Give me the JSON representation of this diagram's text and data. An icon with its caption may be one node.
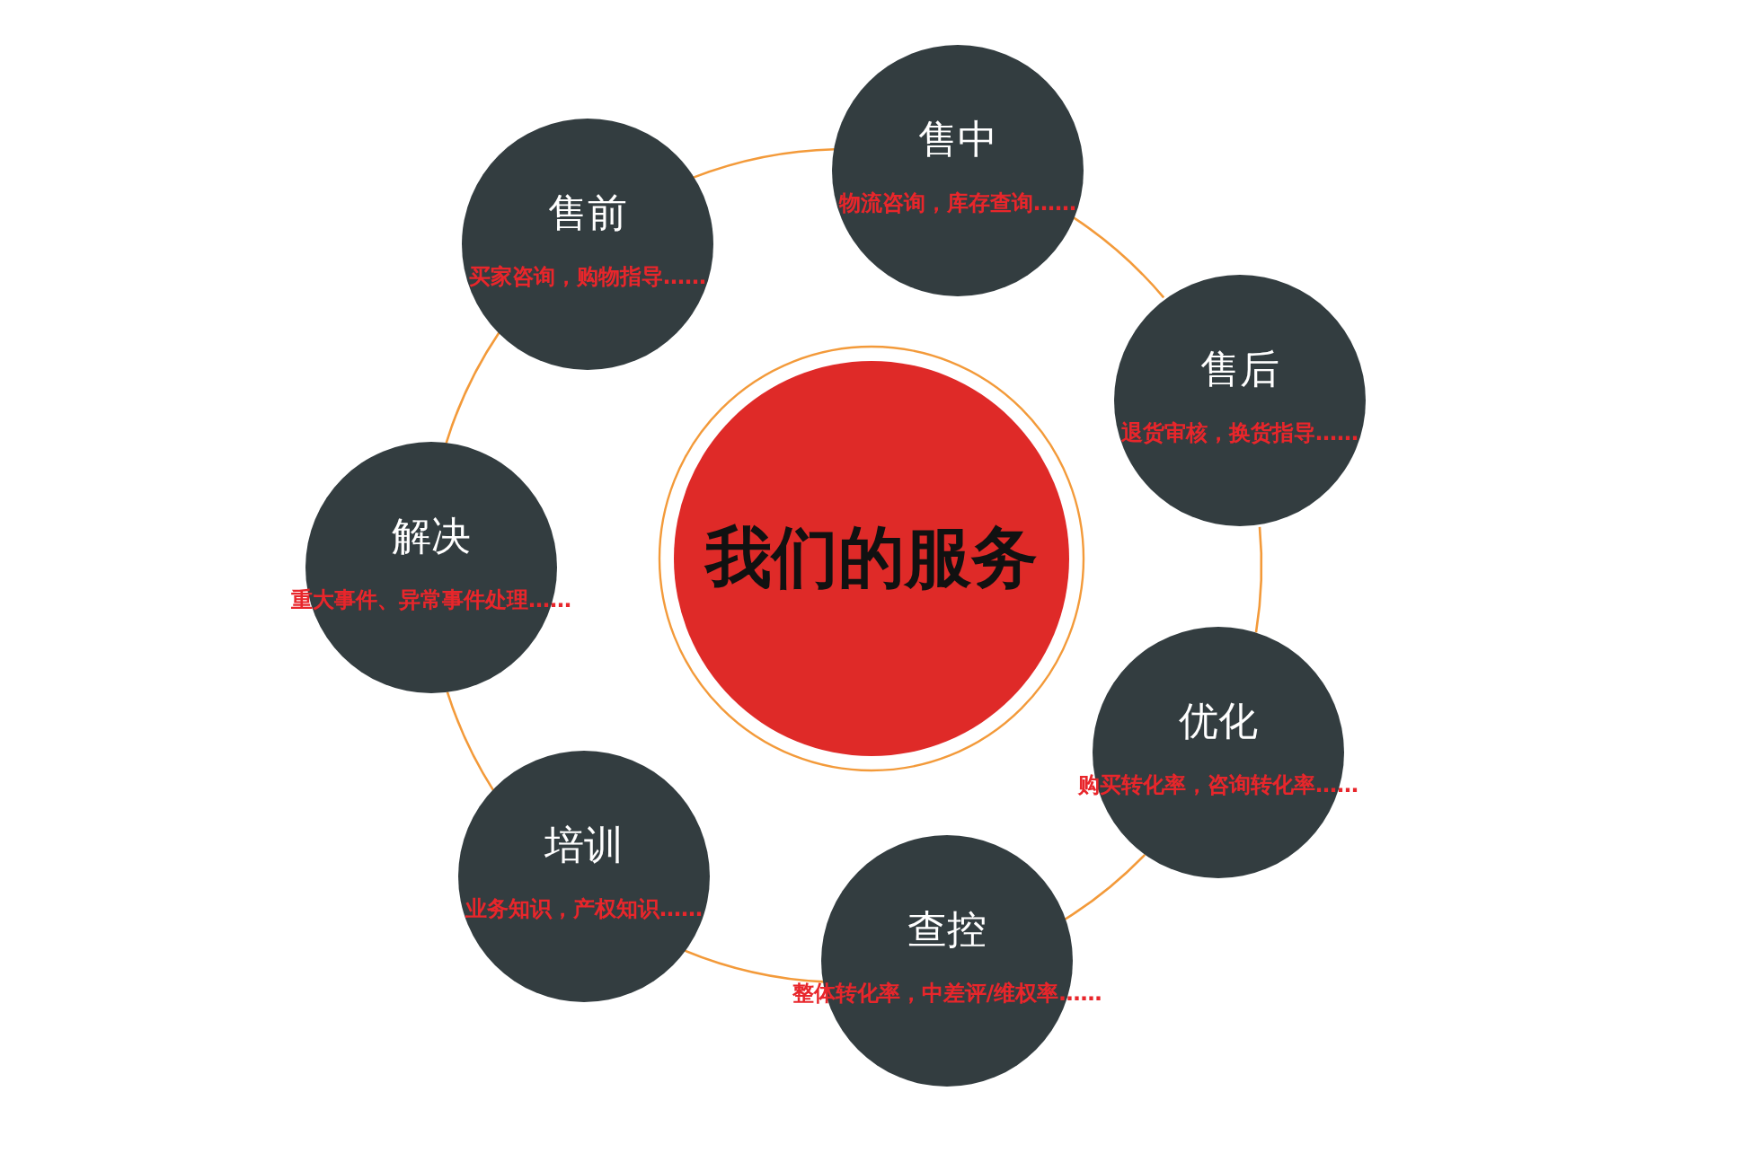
{
  "diagram": {
    "nodes": [
      {
        "text": [
          "我们的服务"
        ]
      },
      {
        "text": [
          "售前",
          "买家咨询，购物指导……"
        ]
      },
      {
        "text": [
          "售中",
          "物流咨询，库存查询……"
        ]
      },
      {
        "text": [
          "售后",
          "退货审核，换货指导……"
        ]
      },
      {
        "text": [
          "优化",
          "购买转化率，咨询转化率……"
        ]
      },
      {
        "text": [
          "查控",
          "整体转化率，中差评/维权率……"
        ]
      },
      {
        "text": [
          "培训",
          "业务知识，产权知识……"
        ]
      },
      {
        "text": [
          "解决",
          "重大事件、异常事件处理……"
        ]
      }
    ],
    "edges": [
      {
        "from": 1,
        "to": 2,
        "arrow": "none"
      },
      {
        "from": 2,
        "to": 3,
        "arrow": "none"
      },
      {
        "from": 3,
        "to": 4,
        "arrow": "none"
      },
      {
        "from": 4,
        "to": 5,
        "arrow": "none"
      },
      {
        "from": 5,
        "to": 6,
        "arrow": "none"
      },
      {
        "from": 6,
        "to": 7,
        "arrow": "none"
      },
      {
        "from": 7,
        "to": 1,
        "arrow": "none"
      }
    ]
  }
}
